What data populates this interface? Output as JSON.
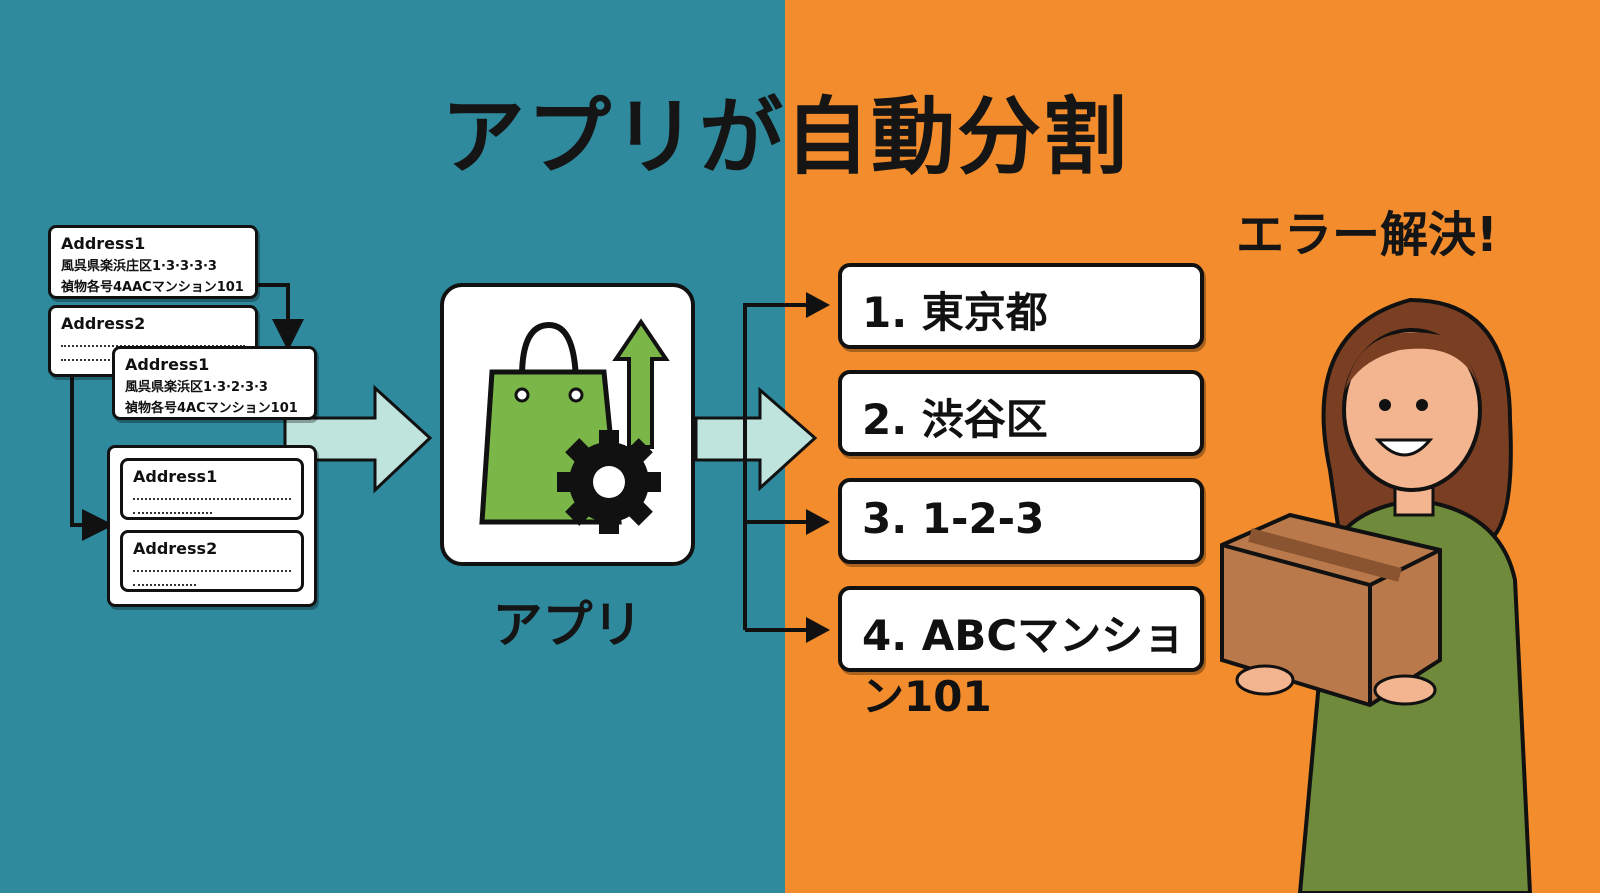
{
  "title": "アプリが自動分割",
  "input_cards": [
    {
      "header": "Address1",
      "lines": [
        "風呉県楽浜庄区1·3·3·3·3",
        "禎物各号4AACマンション101"
      ]
    },
    {
      "header": "Address2"
    },
    {
      "header": "Address1",
      "lines": [
        "風呉県楽浜区1·3·2·3·3",
        "禎物各号4ACマンション101"
      ]
    },
    {
      "header": "Address1"
    },
    {
      "header": "Address2"
    }
  ],
  "app": {
    "label": "アプリ",
    "icon": "shopping-bag-gear-arrow-icon"
  },
  "results": [
    "1. 東京都",
    "2. 渋谷区",
    "3. 1-2-3",
    "4. ABCマンション101"
  ],
  "status": "エラー解決!",
  "colors": {
    "left_bg": "#2f8a9e",
    "right_bg": "#f28c2c",
    "bag": "#7ab648",
    "arrow": "#bfe3dd"
  }
}
